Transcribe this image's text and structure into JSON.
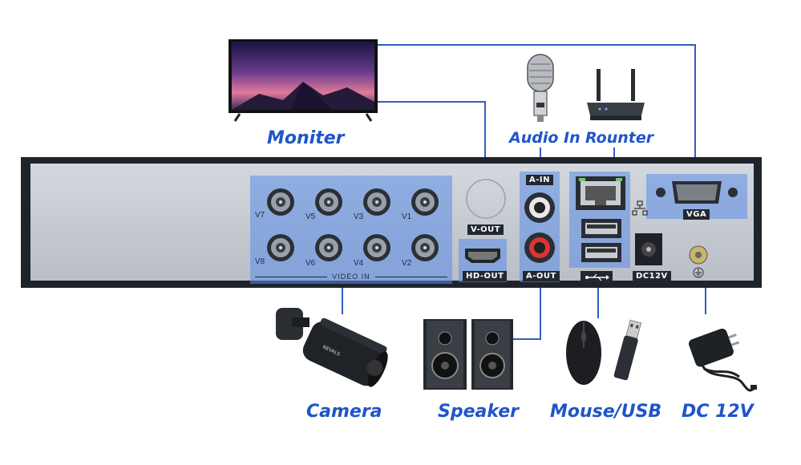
{
  "devices": {
    "monitor": {
      "label": "Moniter",
      "icon": "monitor-icon"
    },
    "audio_in": {
      "label": "Audio In",
      "icon": "microphone-icon"
    },
    "router": {
      "label": "Rounter",
      "icon": "router-icon"
    },
    "camera": {
      "label": "Camera",
      "icon": "bullet-camera-icon"
    },
    "speaker": {
      "label": "Speaker",
      "icon": "speaker-icon"
    },
    "mouse_usb": {
      "label": "Mouse/USB",
      "icon": "mouse-icon"
    },
    "dc": {
      "label": "DC 12V",
      "icon": "power-adapter-icon"
    }
  },
  "panel": {
    "ports": {
      "a_in": "A-IN",
      "v_out": "V-OUT",
      "hd_out": "HD-OUT",
      "a_out": "A-OUT",
      "vga": "VGA",
      "dc12v": "DC12V",
      "video_in": "VIDEO IN",
      "usb_symbol": "usb-symbol-icon",
      "lan_symbol": "network-icon",
      "ground_symbol": "ground-icon"
    },
    "video_channels_top": [
      "V7",
      "V5",
      "V3",
      "V1"
    ],
    "video_channels_bottom": [
      "V8",
      "V6",
      "V4",
      "V2"
    ]
  },
  "camera_brand": "NEVALS",
  "colors": {
    "accent": "#1f55c9",
    "line": "#2d5fc4",
    "highlight": "#5a8ce6",
    "chassis": "#c9ced6",
    "frame": "#1f242b"
  }
}
